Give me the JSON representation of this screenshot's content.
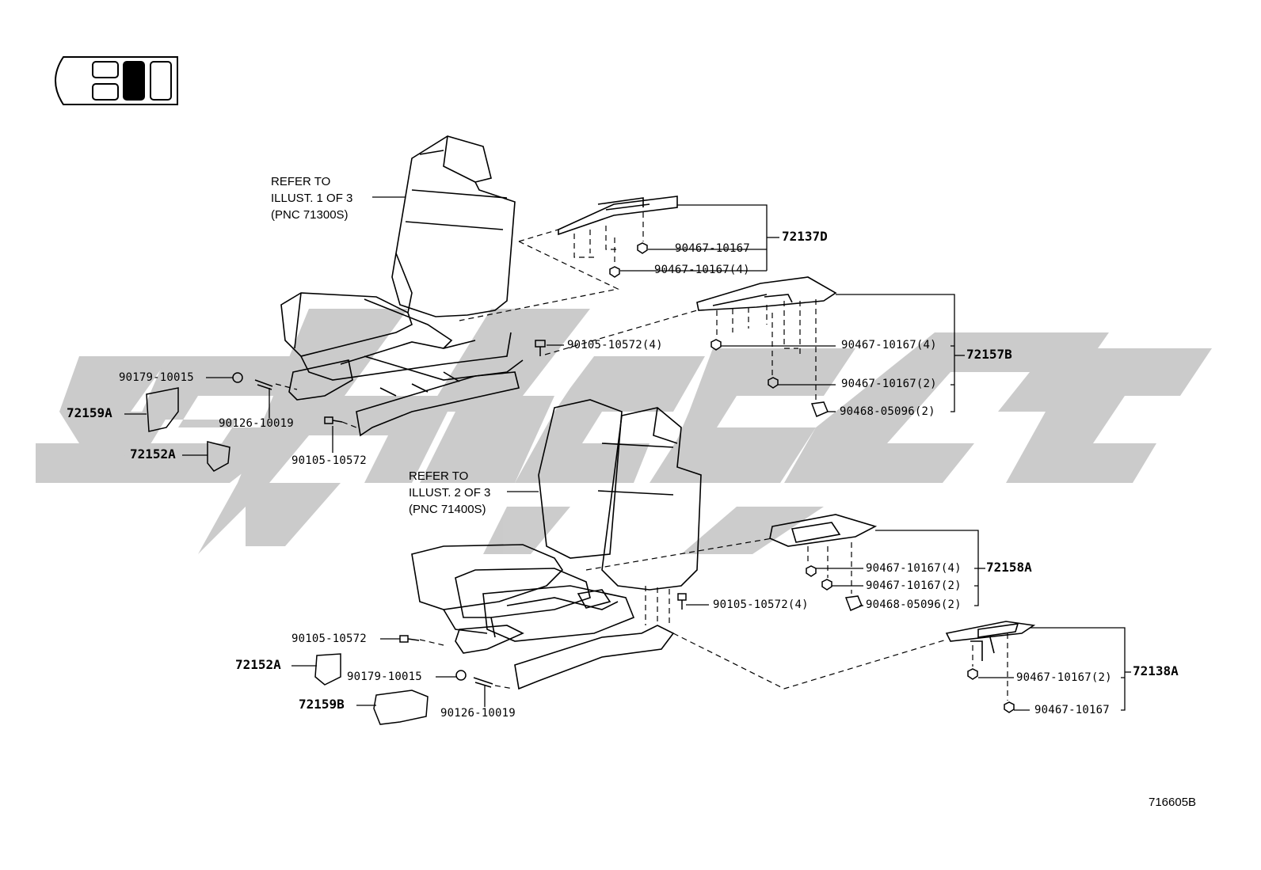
{
  "diagram": {
    "code": "716605B",
    "watermark": "",
    "references": [
      {
        "lines": [
          "REFER TO",
          "ILLUST. 1 OF 3",
          "(PNC 71300S)"
        ]
      },
      {
        "lines": [
          "REFER TO",
          "ILLUST. 2 OF 3",
          "(PNC 71400S)"
        ]
      }
    ],
    "groups": {
      "g72137D": "72137D",
      "g72157B": "72157B",
      "g72159A": "72159A",
      "g72152A_top": "72152A",
      "g72158A": "72158A",
      "g72152A_bot": "72152A",
      "g72159B": "72159B",
      "g72138A": "72138A"
    },
    "parts": {
      "p1": "90467-10167",
      "p2": "90467-10167(4)",
      "p3": "90105-10572(4)",
      "p4": "90467-10167(4)",
      "p5": "90467-10167(2)",
      "p6": "90468-05096(2)",
      "p7": "90179-10015",
      "p8": "90126-10019",
      "p9": "90105-10572",
      "p10": "90467-10167(4)",
      "p11": "90467-10167(2)",
      "p12": "90468-05096(2)",
      "p13": "90105-10572(4)",
      "p14": "90105-10572",
      "p15": "90179-10015",
      "p16": "90126-10019",
      "p17": "90467-10167(2)",
      "p18": "90467-10167"
    },
    "colors": {
      "line": "#000000",
      "watermark": "#c8c8c8"
    }
  }
}
